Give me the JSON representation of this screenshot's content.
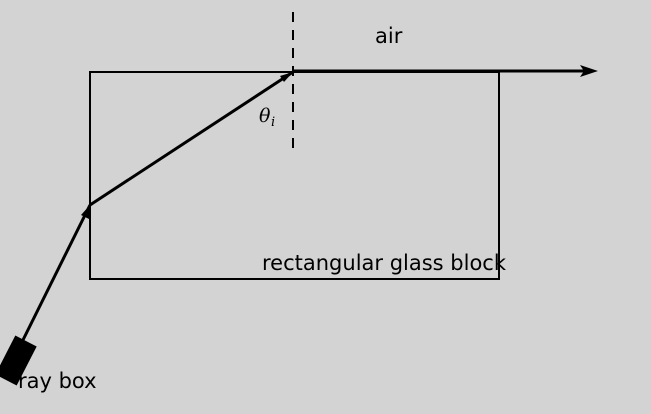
{
  "labels": {
    "air": "air",
    "block": "rectangular glass block",
    "ray_box": "ray box",
    "angle_symbol": "θ",
    "angle_subscript": "i"
  },
  "colors": {
    "background": "#d3d3d3",
    "stroke": "#000000"
  }
}
